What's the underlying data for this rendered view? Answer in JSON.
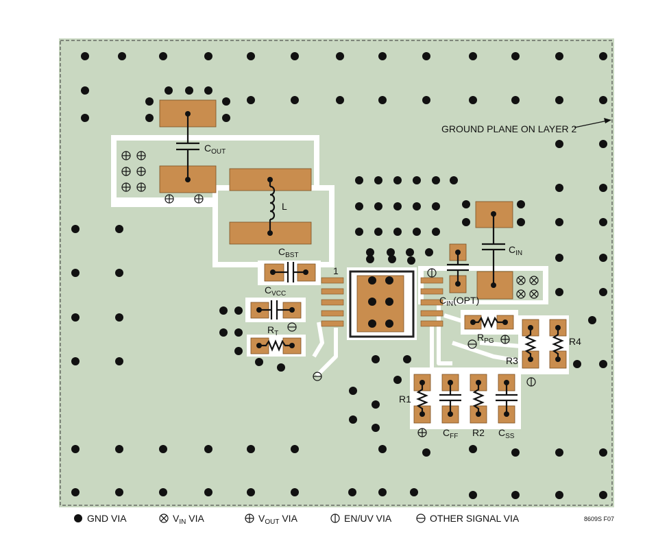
{
  "colors": {
    "board": "#c9d8c1",
    "trace": "#ffffff",
    "pad": "#c98d4e",
    "pad_edge": "#7a4f22",
    "via": "#111111",
    "text": "#111111"
  },
  "annotation": {
    "ground_plane": "GROUND PLANE ON LAYER 2",
    "figure_id": "8609S F07",
    "pin1": "1"
  },
  "components": {
    "cout": {
      "main": "C",
      "sub": "OUT"
    },
    "l": {
      "main": "L",
      "sub": ""
    },
    "cbst": {
      "main": "C",
      "sub": "BST"
    },
    "cvcc": {
      "main": "C",
      "sub": "VCC"
    },
    "rt": {
      "main": "R",
      "sub": "T"
    },
    "cin": {
      "main": "C",
      "sub": "IN"
    },
    "cin_opt": {
      "main": "C",
      "sub": "IN",
      "suffix": "(OPT)"
    },
    "rpg": {
      "main": "R",
      "sub": "PG"
    },
    "r1": {
      "main": "R1",
      "sub": ""
    },
    "r2": {
      "main": "R2",
      "sub": ""
    },
    "r3": {
      "main": "R3",
      "sub": ""
    },
    "r4": {
      "main": "R4",
      "sub": ""
    },
    "cff": {
      "main": "C",
      "sub": "FF"
    },
    "css": {
      "main": "C",
      "sub": "SS"
    }
  },
  "legend": [
    {
      "icon": "gnd-via-icon",
      "main": "GND VIA",
      "sub": "",
      "tail": ""
    },
    {
      "icon": "vin-via-icon",
      "main": "V",
      "sub": "IN",
      "tail": " VIA"
    },
    {
      "icon": "vout-via-icon",
      "main": "V",
      "sub": "OUT",
      "tail": " VIA"
    },
    {
      "icon": "en-uv-via-icon",
      "main": "EN/UV VIA",
      "sub": "",
      "tail": ""
    },
    {
      "icon": "other-signal-via-icon",
      "main": "OTHER SIGNAL VIA",
      "sub": "",
      "tail": ""
    }
  ]
}
